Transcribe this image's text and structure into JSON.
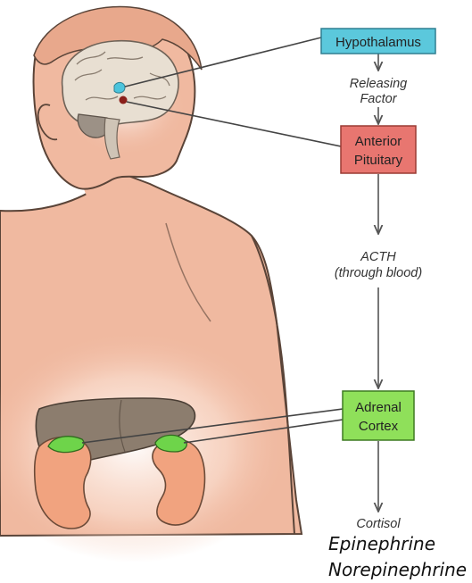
{
  "diagram": {
    "nodes": {
      "hypothalamus": {
        "label": "Hypothalamus",
        "color": "#5bc8dc"
      },
      "anterior_pituitary": {
        "line1": "Anterior",
        "line2": "Pituitary",
        "color": "#e87670"
      },
      "adrenal_cortex": {
        "line1": "Adrenal",
        "line2": "Cortex",
        "color": "#8fe05a"
      }
    },
    "edges": {
      "releasing_factor": {
        "line1": "Releasing",
        "line2": "Factor"
      },
      "acth": {
        "line1": "ACTH",
        "line2": "(through blood)"
      },
      "cortisol": {
        "label": "Cortisol"
      }
    },
    "hormones": [
      "Epinephrine",
      "Norepinephrine"
    ],
    "colors": {
      "skin": "#f0b9a0",
      "outline": "#5a4438",
      "liver": "#8c7d6e",
      "kidney": "#f1a37f",
      "gland": "#6ed44a"
    }
  }
}
